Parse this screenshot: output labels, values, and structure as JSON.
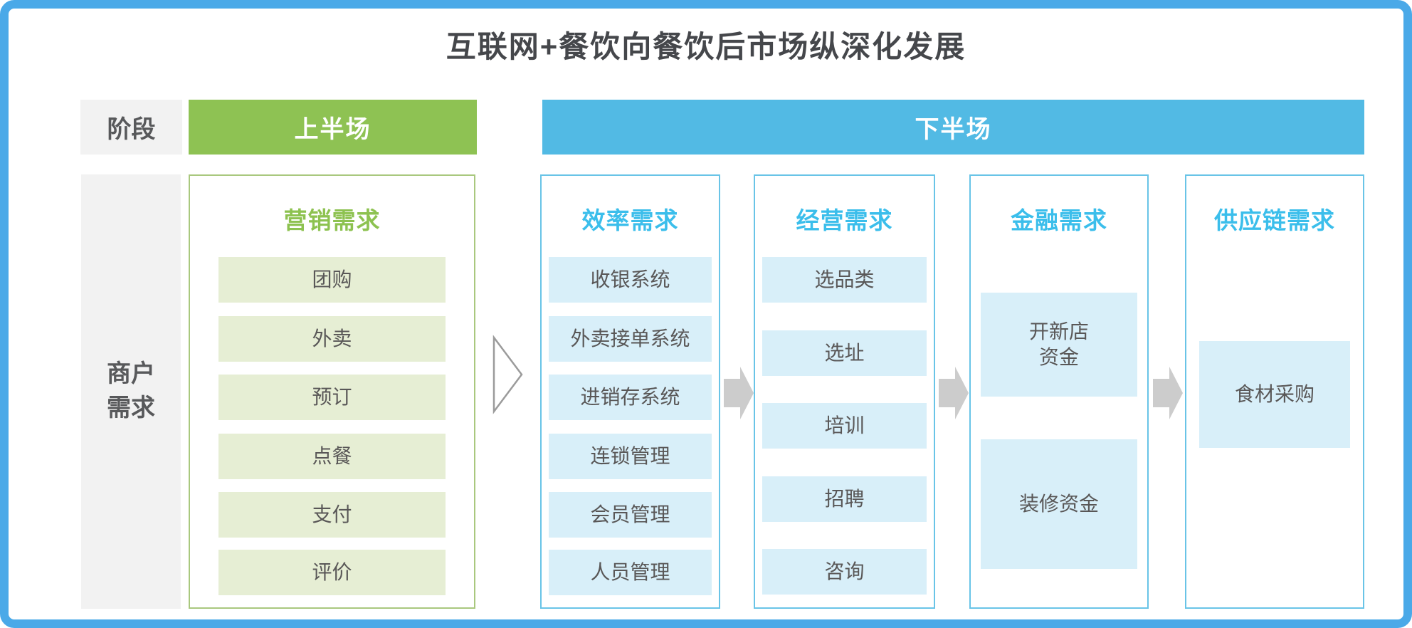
{
  "title": "互联网+餐饮向餐饮后市场纵深化发展",
  "stage_row": {
    "label": "阶段",
    "first_half": "上半场",
    "second_half": "下半场"
  },
  "left_label": "商户\n需求",
  "columns": [
    {
      "id": "marketing",
      "theme": "green",
      "header": "营销需求",
      "items": [
        "团购",
        "外卖",
        "预订",
        "点餐",
        "支付",
        "评价"
      ]
    },
    {
      "id": "efficiency",
      "theme": "blue",
      "header": "效率需求",
      "items": [
        "收银系统",
        "外卖接单系统",
        "进销存系统",
        "连锁管理",
        "会员管理",
        "人员管理"
      ]
    },
    {
      "id": "operation",
      "theme": "blue",
      "header": "经营需求",
      "items": [
        "选品类",
        "选址",
        "培训",
        "招聘",
        "咨询"
      ]
    },
    {
      "id": "finance",
      "theme": "blue",
      "header": "金融需求",
      "items": [
        "开新店\n资金",
        "装修资金"
      ]
    },
    {
      "id": "supply-chain",
      "theme": "blue",
      "header": "供应链需求",
      "items": [
        "食材采购"
      ]
    }
  ],
  "arrows": {
    "first_transition_icon": "hollow-right-triangle",
    "later_transition_icon": "solid-right-arrow",
    "count_solid": 3
  },
  "colors": {
    "outer_border": "#4AA9E8",
    "second_half_bar": "#52BAE4",
    "first_half_bar": "#8EC253",
    "green_header_text": "#8DC250",
    "blue_header_text": "#3BBEEB",
    "green_item_bg": "#E6EED4",
    "blue_item_bg": "#D8EFF9",
    "gray_box_bg": "#F2F2F2",
    "dark_text": "#58595B",
    "title_text": "#45474B",
    "item_text": "#595757",
    "arrow_gray": "#CCCCCC",
    "triangle_stroke": "#9B9B9B",
    "green_column_border": "#A9C87E",
    "blue_column_border": "#69C4E7"
  }
}
